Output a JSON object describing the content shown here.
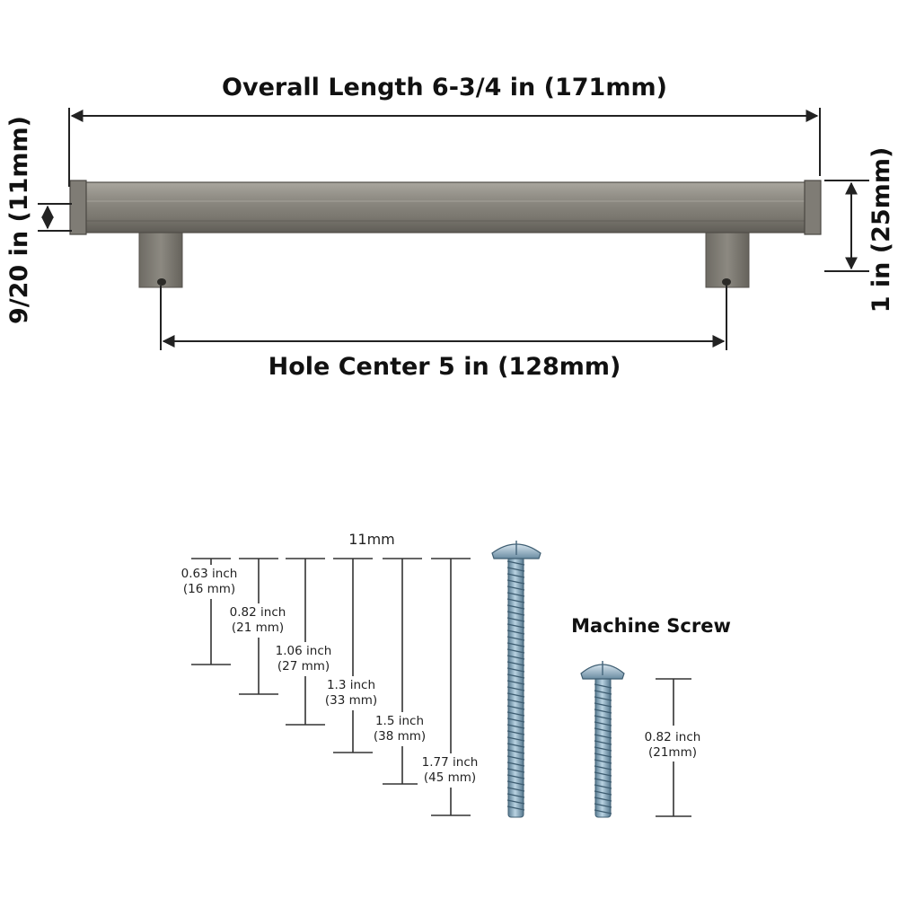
{
  "handle": {
    "overall_length": "Overall Length 6-3/4 in (171mm)",
    "hole_center": "Hole Center 5 in (128mm)",
    "bar_thickness": "9/20 in (11mm)",
    "projection": "1 in (25mm)"
  },
  "screws": {
    "header": "11mm",
    "lengths": [
      {
        "inch": "0.63 inch",
        "mm": "(16 mm)"
      },
      {
        "inch": "0.82 inch",
        "mm": "(21 mm)"
      },
      {
        "inch": "1.06 inch",
        "mm": "(27 mm)"
      },
      {
        "inch": "1.3 inch",
        "mm": "(33 mm)"
      },
      {
        "inch": "1.5 inch",
        "mm": "(38 mm)"
      },
      {
        "inch": "1.77 inch",
        "mm": "(45 mm)"
      }
    ],
    "machine_screw": {
      "title": "Machine Screw",
      "inch": "0.82 inch",
      "mm": "(21mm)"
    }
  },
  "colors": {
    "metal": "#8a8780",
    "metal_dark": "#5e5b55",
    "metal_light": "#b3b0a8",
    "screw": "#8fb3c9",
    "screw_dark": "#4f6f85"
  }
}
